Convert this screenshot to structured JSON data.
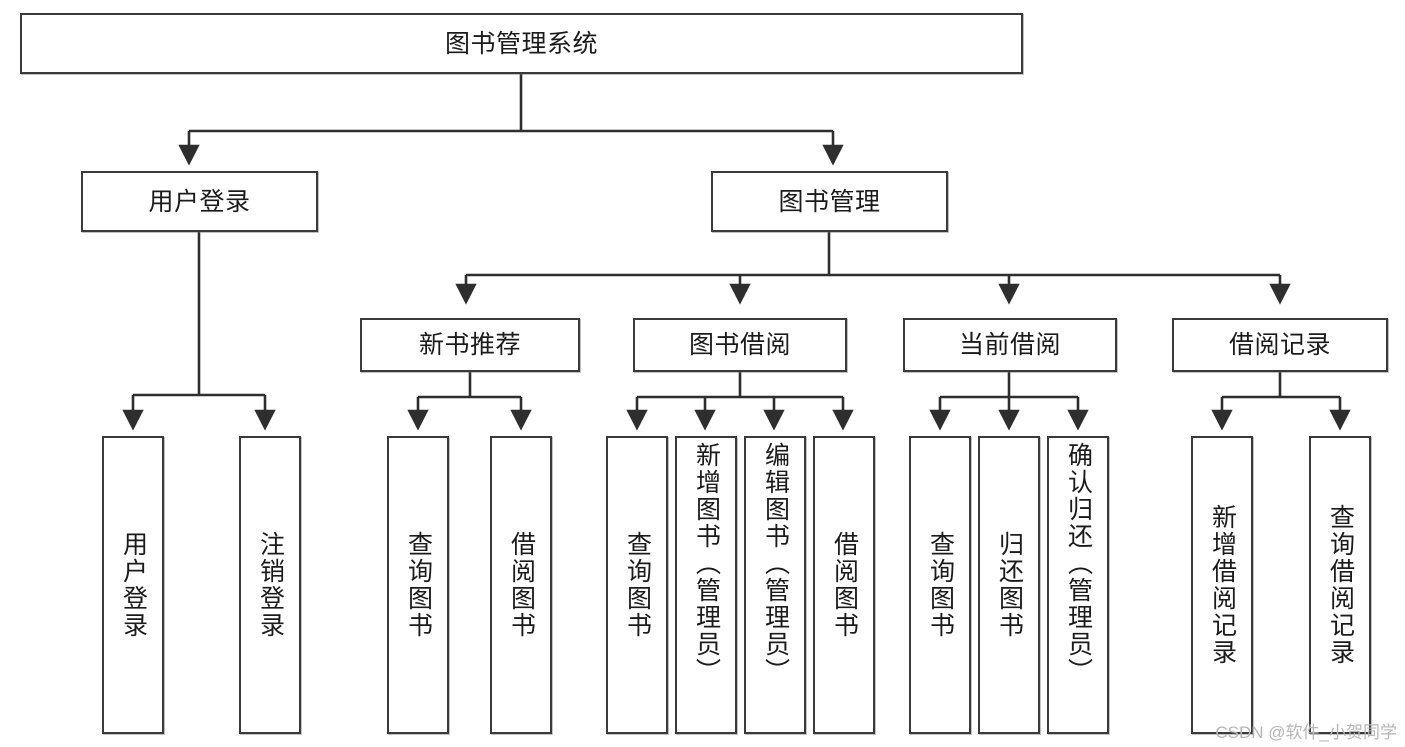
{
  "diagram": {
    "title": "图书管理系统",
    "type": "tree-hierarchy",
    "watermark": "CSDN @软件_小贺同学",
    "colors": {
      "stroke": "#3a3a3a",
      "fill": "#ffffff",
      "text": "#1b1b1b",
      "watermark": "#b6b6b6"
    },
    "nodes": {
      "root": {
        "label": "图书管理系统"
      },
      "level2": [
        {
          "id": "user-login",
          "label": "用户登录"
        },
        {
          "id": "book-manage",
          "label": "图书管理"
        }
      ],
      "level3": [
        {
          "id": "new-book-rec",
          "label": "新书推荐"
        },
        {
          "id": "book-borrow",
          "label": "图书借阅"
        },
        {
          "id": "current-borrow",
          "label": "当前借阅"
        },
        {
          "id": "borrow-record",
          "label": "借阅记录"
        }
      ],
      "leaves": {
        "user_login": [
          {
            "id": "leaf-user-login",
            "label": "用户登录"
          },
          {
            "id": "leaf-logout",
            "label": "注销登录"
          }
        ],
        "new_book_rec": [
          {
            "id": "leaf-query-book-1",
            "label": "查询图书"
          },
          {
            "id": "leaf-borrow-book-1",
            "label": "借阅图书"
          }
        ],
        "book_borrow": [
          {
            "id": "leaf-query-book-2",
            "label": "查询图书"
          },
          {
            "id": "leaf-add-book",
            "label": "新增图书（管理员）"
          },
          {
            "id": "leaf-edit-book",
            "label": "编辑图书（管理员）"
          },
          {
            "id": "leaf-borrow-book-2",
            "label": "借阅图书"
          }
        ],
        "current_borrow": [
          {
            "id": "leaf-query-book-3",
            "label": "查询图书"
          },
          {
            "id": "leaf-return-book",
            "label": "归还图书"
          },
          {
            "id": "leaf-confirm-return",
            "label": "确认归还（管理员）"
          }
        ],
        "borrow_record": [
          {
            "id": "leaf-add-record",
            "label": "新增借阅记录"
          },
          {
            "id": "leaf-query-record",
            "label": "查询借阅记录"
          }
        ]
      }
    }
  }
}
